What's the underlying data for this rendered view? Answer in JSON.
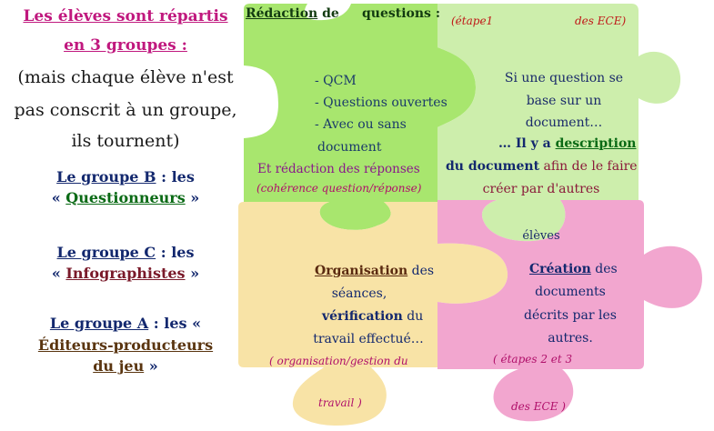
{
  "left": {
    "title_line1": "Les élèves sont répartis",
    "title_line2": "en 3 groupes :",
    "note_line1": "(mais chaque élève n'est",
    "note_line2": "pas conscrit à un groupe,",
    "note_line3": "ils tournent)",
    "groupB_label": "Le groupe B",
    "groupB_sep": " : les",
    "groupB_open": "« ",
    "groupB_name": "Questionneurs",
    "groupB_close": " »",
    "groupC_label": "Le groupe C",
    "groupC_sep": " : les",
    "groupC_open": "« ",
    "groupC_name": "Infographistes",
    "groupC_close": " »",
    "groupA_label": "Le groupe A",
    "groupA_sep": " : les «",
    "groupA_name1": "Éditeurs-producteurs",
    "groupA_name2": "du jeu",
    "groupA_close": " »"
  },
  "green_piece": {
    "title_a": "Rédaction",
    "title_b": " de",
    "title_c": "questions :",
    "item1": "- QCM",
    "item2": "- Questions ouvertes",
    "item3": "- Avec ou sans",
    "item4": "document",
    "resp": "Et rédaction des réponses",
    "note": "(cohérence question/réponse)"
  },
  "light_green_piece": {
    "step_a": "(étape1",
    "step_b": "des ECE)",
    "line1": "Si une question se",
    "line2": "base sur un",
    "line3": "document…",
    "line4a": "… Il y a ",
    "line4b": "description",
    "line5a": "du document",
    "line5b": " afin de le faire",
    "line6": "créer par d'autres",
    "line7": "élèves"
  },
  "yellow_piece": {
    "l1a": "Organisation",
    "l1b": " des",
    "l2": "séances,",
    "l3a": "vérification",
    "l3b": " du",
    "l4": "travail effectué…",
    "note1": "( organisation/gestion du",
    "note2": "travail )"
  },
  "pink_piece": {
    "l1a": "Création",
    "l1b": " des",
    "l2": "documents",
    "l3": "décrits par les",
    "l4": "autres.",
    "note1": "( étapes 2 et 3",
    "note2": "des ECE )"
  },
  "colors": {
    "green": "#a8e66e",
    "light_green": "#cdeeac",
    "yellow": "#f8e3a6",
    "pink": "#f2a6cf"
  }
}
